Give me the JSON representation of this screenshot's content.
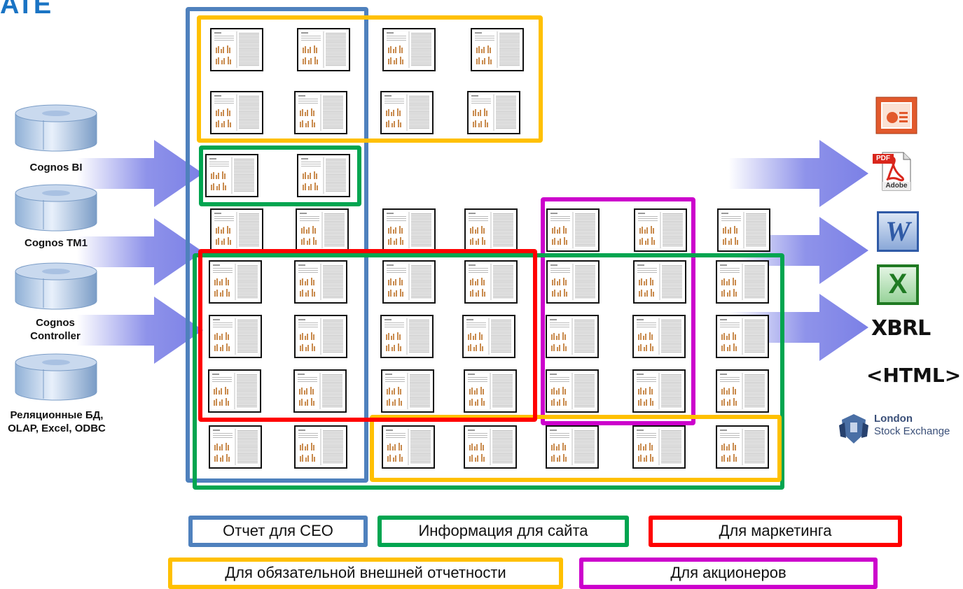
{
  "title": "ATE",
  "sources": [
    {
      "label": "Cognos BI"
    },
    {
      "label": "Cognos TM1"
    },
    {
      "label": "Cognos Controller"
    },
    {
      "label": "Реляционные БД, OLAP, Excel, ODBC"
    }
  ],
  "outputs": [
    {
      "name": "powerpoint-icon"
    },
    {
      "name": "pdf-icon",
      "text": "PDF",
      "sub": "Adobe"
    },
    {
      "name": "word-icon",
      "text": "W"
    },
    {
      "name": "excel-icon",
      "text": "X"
    },
    {
      "name": "xbrl-logo",
      "text": "XBRL"
    },
    {
      "name": "html-logo",
      "text": "<HTML>"
    },
    {
      "name": "lse-logo",
      "line1": "London",
      "line2": "Stock Exchange"
    }
  ],
  "legend": {
    "ceo": "Отчет для CEO",
    "site": "Информация для сайта",
    "marketing": "Для маркетинга",
    "mandatory": "Для обязательной внешней отчетности",
    "shareholders": "Для акционеров"
  },
  "colors": {
    "ceo": "#4f81bd",
    "site": "#00a550",
    "marketing": "#ff0000",
    "mandatory": "#ffc000",
    "shareholders": "#cc00cc",
    "arrow": "#7b80e6",
    "title": "#1a74c4"
  }
}
